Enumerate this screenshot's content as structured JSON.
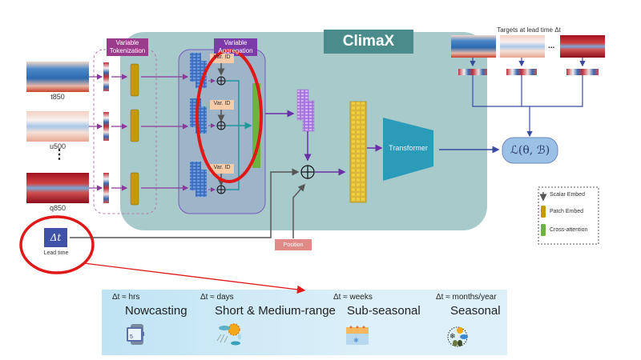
{
  "title": "ClimaX",
  "inputs": [
    {
      "name": "t850"
    },
    {
      "name": "u500"
    },
    {
      "name": "q850"
    }
  ],
  "ellipsis": "⋮",
  "labels": {
    "variable_tokenization": [
      "Variable",
      "Tokenization"
    ],
    "variable_aggregation": [
      "Variable",
      "Aggregation"
    ],
    "var_id": "Var. ID",
    "transformer": "Transformer",
    "position": "Position",
    "lead_time_symbol": "Δt",
    "lead_time": "Lead time",
    "targets": "Targets at lead time Δt",
    "targets_ellipsis": "...",
    "loss": "ℒ(θ, ℬ)",
    "plus": "⊕"
  },
  "legend": [
    {
      "icon": "arrow-down-icon",
      "label": "Scalar Embed",
      "color": "#555555"
    },
    {
      "icon": "patch-embed-swatch",
      "label": "Patch Embed",
      "color": "#C49A0A"
    },
    {
      "icon": "cross-attention-swatch",
      "label": "Cross-attention",
      "color": "#6DB33F"
    }
  ],
  "horizons": [
    {
      "range": "Δt ≈ hrs",
      "title": "Nowcasting",
      "icon": "smartwatch-icon"
    },
    {
      "range": "Δt ≈ days",
      "title": "Short & Medium-range",
      "icon": "sun-cloud-rain-icon"
    },
    {
      "range": "Δt ≈ weeks",
      "title": "Sub-seasonal",
      "icon": "calendar-icon"
    },
    {
      "range": "Δt ≈ months/year",
      "title": "Seasonal",
      "icon": "seasons-icon"
    }
  ],
  "colors": {
    "climax_bg": "#A8CACB",
    "title_bg": "#4A8C8C",
    "patch_embed": "#C49A0A",
    "cross_attention": "#6DB33F",
    "tokenization_label": "#9B3B8C",
    "aggregation_label": "#7B3BA8",
    "transformer": "#2A9BB8",
    "loss": "#9BC1E6",
    "position": "#E08A88",
    "lead_time": "#3F52A8",
    "highlight": "#E01818",
    "horizon_bg": "#CBE8F5"
  }
}
